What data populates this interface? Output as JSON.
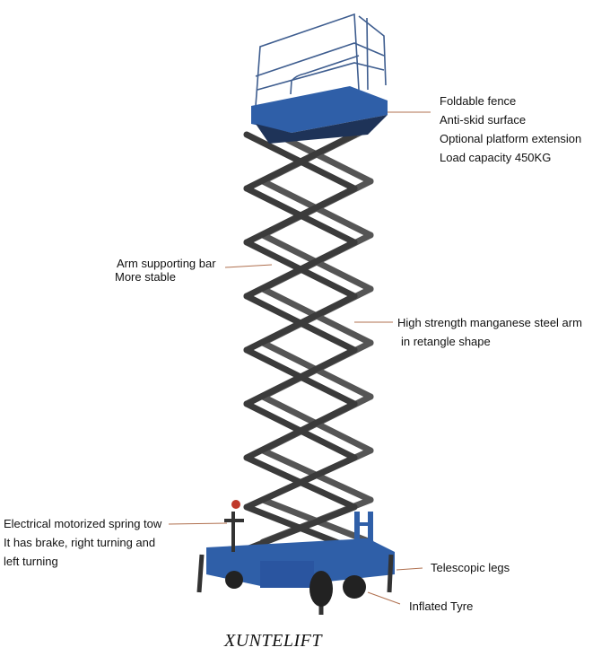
{
  "brand": "XUNTELIFT",
  "callouts": {
    "platform": [
      "Foldable fence",
      "Anti-skid surface",
      "Optional platform extension",
      "Load capacity 450KG"
    ],
    "arm_bar": [
      "Arm supporting bar",
      "More stable"
    ],
    "steel_arm": [
      "High strength manganese steel arm",
      "in retangle shape"
    ],
    "tow": [
      "Electrical motorized spring tow",
      "It has brake, right turning and",
      "left turning"
    ],
    "legs": [
      "Telescopic legs"
    ],
    "tyre": [
      "Inflated Tyre"
    ]
  },
  "colors": {
    "platform_blue": "#2f5fa8",
    "steel": "#3b3b3b",
    "leader": "#b0704f"
  }
}
